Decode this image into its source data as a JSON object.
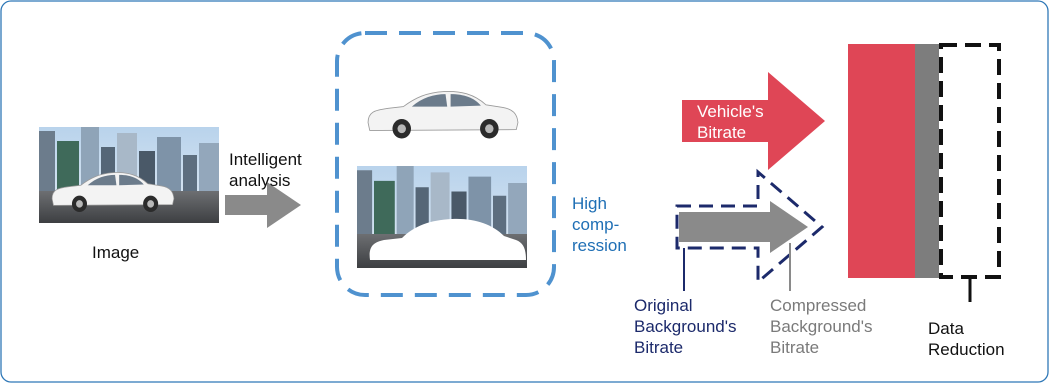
{
  "colors": {
    "frame": "#2f78b7",
    "dashed_box": "#4f92cf",
    "gray_arrow": "#8a8a8a",
    "navy": "#1c2a6b",
    "red": "#df4656",
    "gray_block": "#7d7d7d",
    "blue_text": "#1f6fb5",
    "gray_text": "#7a7a7a"
  },
  "labels": {
    "image": "Image",
    "intelligent_analysis": "Intelligent\nanalysis",
    "high_compression": "High\ncomp-\nression",
    "vehicle_bitrate": "Vehicle's\nBitrate",
    "original_background_bitrate": "Original\nBackground's\nBitrate",
    "compressed_background_bitrate": "Compressed\nBackground's\nBitrate",
    "data_reduction": "Data\nReduction"
  },
  "icons": {
    "scene": "city-street-car-photo-icon",
    "car": "car-icon",
    "car_silhouette": "car-silhouette-mask-icon"
  }
}
